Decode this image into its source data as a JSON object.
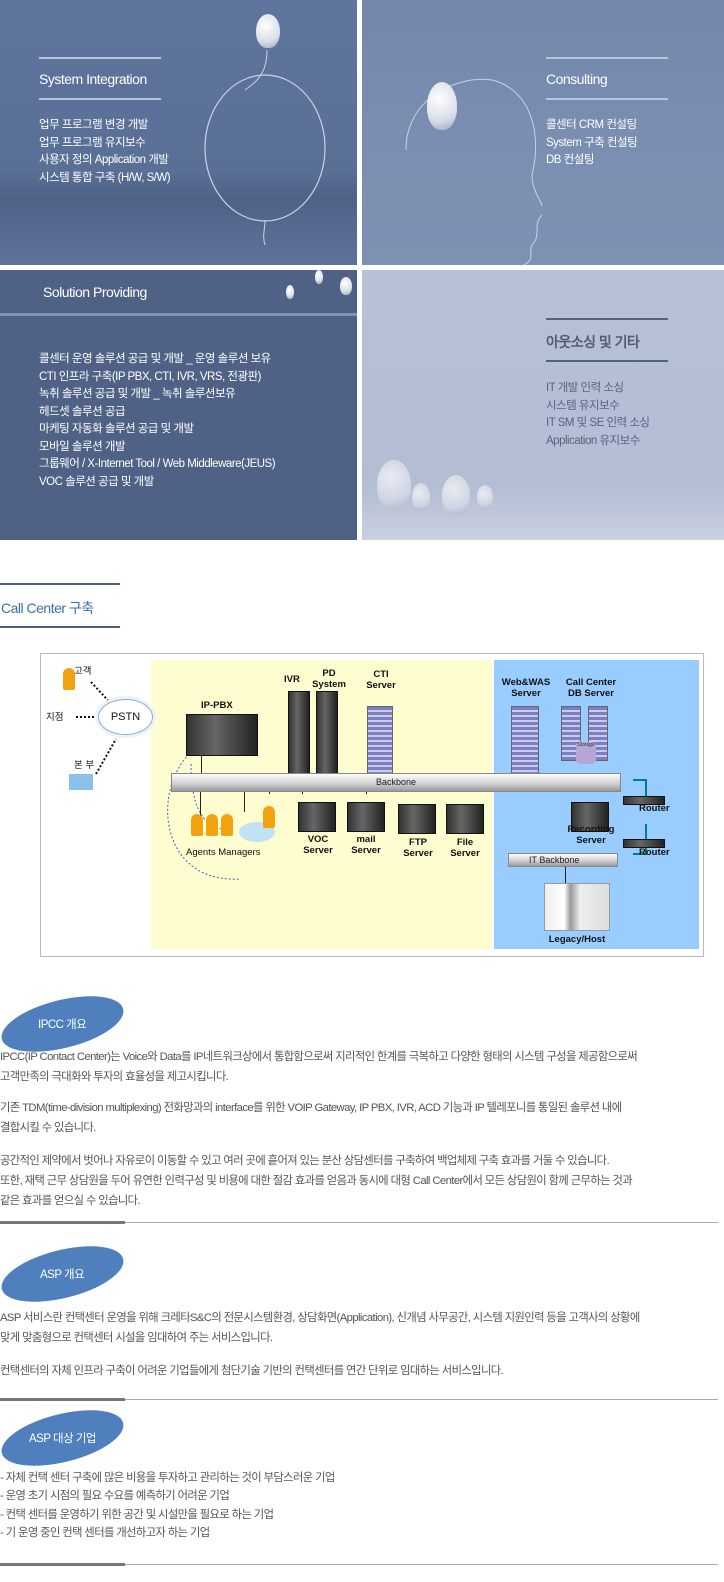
{
  "panels": [
    {
      "title": "System Integration",
      "items": [
        "업무 프로그램 변경 개발",
        "업무 프로그램 유지보수",
        "사용자 정의 Application 개발",
        "시스템 통합 구축 (H/W, S/W)"
      ]
    },
    {
      "title": "Consulting",
      "items": [
        "콜센터 CRM 컨설팅",
        "System 구축 컨설팅",
        "DB 컨설팅"
      ]
    },
    {
      "title": "Solution Providing",
      "items": [
        "콜센터 운영 솔루션 공급 및 개발 _ 운영 솔루션 보유",
        "CTI 인프라 구축(IP PBX, CTI, IVR, VRS, 전광판)",
        "녹취 솔루션 공급  및 개발 _ 녹취 솔루션보유",
        "헤드셋 솔루션 공급",
        "마케팅 자동화 솔루션 공급 및 개발",
        "모바일 솔루션 개발",
        "그룹웨어 / X-Internet Tool / Web Middleware(JEUS)",
        "VOC 솔루션 공급 및 개발"
      ]
    },
    {
      "title": "아웃소싱 및 기타",
      "items": [
        "IT 개발 인력 소싱",
        "시스템 유지보수",
        "IT SM 및 SE 인력 소싱",
        "Application 유지보수"
      ]
    }
  ],
  "section_title": "Call Center 구축",
  "diagram": {
    "customer": "고객",
    "branch": "지점",
    "hq": "본 부",
    "pstn": "PSTN",
    "ippbx": "IP-PBX",
    "ivr": "IVR",
    "pd": "PD System",
    "cti": "CTI Server",
    "web": "Web&WAS Server",
    "db": "Call Center DB Server",
    "storage": "Storage",
    "backbone": "Backbone",
    "voc": "VOC Server",
    "mail": "mail Server",
    "ftp": "FTP Server",
    "file": "File Server",
    "agents": "Agents  Managers",
    "recording": "Recording Server",
    "router1": "Router",
    "router2": "Router",
    "it_backbone": "IT Backbone",
    "legacy": "Legacy/Host"
  },
  "sections": [
    {
      "badge": "IPCC 개요",
      "paragraphs": [
        [
          "IPCC(IP Contact Center)는 Voice와 Data를 IP네트워크상에서 통합함으로써 지리적인 한계를 극복하고 다양한 형태의 시스템 구성을 제공함으로써",
          "고객만족의 극대화와 투자의 효율성을 제고시킵니다."
        ],
        [
          "기존 TDM(time-division multiplexing) 전화망과의 interface를 위한 VOIP Gateway, IP PBX, IVR, ACD 기능과 IP 텔레포니를 통일된 솔루션 내에",
          "결합시킬 수 있습니다."
        ],
        [
          "공간적인 제약에서 벗어나 자유로이 이동할 수 있고 여러 곳에 흩어져 있는 분산 상담센터를 구축하여 백업체제 구축 효과를 거둘 수 있습니다.",
          "또한, 재택 근무 상담원을 두어 유연한 인력구성 및 비용에 대한 절감 효과를 얻음과 동시에 대형 Call Center에서 모든 상담원이 함께 근무하는 것과",
          "같은 효과를 얻으실 수 있습니다."
        ]
      ]
    },
    {
      "badge": "ASP 개요",
      "paragraphs": [
        [
          "ASP 서비스란 컨택센터 운영을 위해 크레타S&C의 전문시스템환경, 상담화면(Application), 신개념 사무공간, 시스템 지원인력 등을 고객사의 상황에",
          "맞게 맞춤형으로 컨택센터 시설을 임대하여 주는 서비스입니다."
        ],
        [
          "컨택센터의 자체 인프라 구축이 어려운 기업들에게 첨단기술 기반의 컨택센터를 연간 단위로 임대하는 서비스입니다."
        ]
      ]
    },
    {
      "badge": "ASP 대상 기업",
      "items": [
        "- 자체 컨택 센터 구축에 많은 비용을 투자하고 관리하는 것이 부담스러운 기업",
        "- 운영 초기 시점의 필요 수요를 예측하기 어려운 기업",
        "- 컨택 센터를 운영하기 위한 공간 및 시설만을 필요로 하는 기업",
        "- 기 운영 중인 컨택 센터를 개선하고자 하는 기업"
      ]
    }
  ]
}
